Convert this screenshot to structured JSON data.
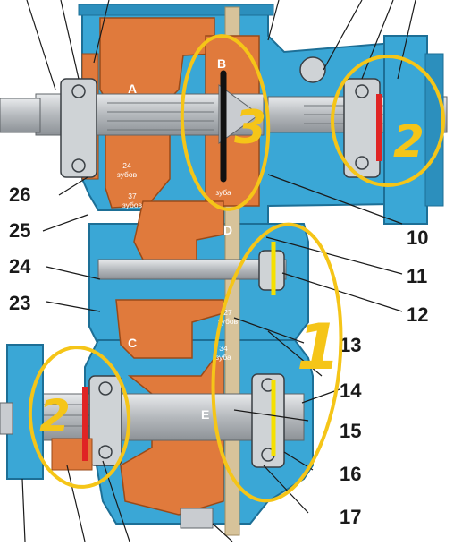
{
  "diagram": {
    "colors": {
      "housing": "#3aa7d6",
      "housing_dark": "#1d6f96",
      "gear": "#e07a3c",
      "shaft": "#c9ccd0",
      "annotation": "#f5c518",
      "marker_red": "#e02424",
      "marker_black": "#111111",
      "leader": "#1a1a1a"
    },
    "callouts": [
      "26",
      "25",
      "24",
      "23",
      "10",
      "11",
      "12",
      "13",
      "14",
      "15",
      "16",
      "17"
    ],
    "zone_tags": [
      "A",
      "B",
      "C",
      "D",
      "E"
    ],
    "gear_labels": [
      "24\nзубов",
      "37\nзубов",
      "зуба",
      "27\nзубов",
      "34\nзуба"
    ],
    "annotations": [
      "3",
      "2",
      "2",
      "1"
    ]
  }
}
